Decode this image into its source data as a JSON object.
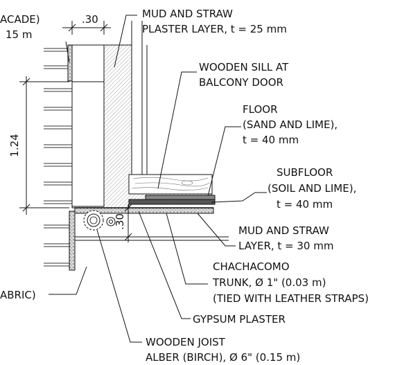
{
  "dimensions": {
    "top_width": ".30",
    "height": "1.24",
    "beam_depth": ".30"
  },
  "labels": {
    "facade_line1": "ACADE)",
    "facade_line2": "15 m",
    "mud_plaster_line1": "MUD AND STRAW",
    "mud_plaster_line2": "PLASTER LAYER, t = 25 mm",
    "sill_line1": "WOODEN SILL AT",
    "sill_line2": "BALCONY DOOR",
    "floor_line1": "FLOOR",
    "floor_line2": "(SAND AND LIME),",
    "floor_line3": "t = 40 mm",
    "subfloor_line1": "SUBFLOOR",
    "subfloor_line2": "(SOIL AND LIME),",
    "subfloor_line3": "t = 40 mm",
    "mud_layer_line1": "MUD AND STRAW",
    "mud_layer_line2": "LAYER, t = 30 mm",
    "chachacomo_line1": "CHACHACOMO",
    "chachacomo_line2": "TRUNK, Ø 1\" (0.03 m)",
    "chachacomo_line3": "(TIED WITH LEATHER STRAPS)",
    "fabric": "ABRIC)",
    "gypsum": "GYPSUM PLASTER",
    "joist_line1": "WOODEN JOIST",
    "joist_line2": "ALBER (BIRCH), Ø 6\" (0.15 m)"
  }
}
